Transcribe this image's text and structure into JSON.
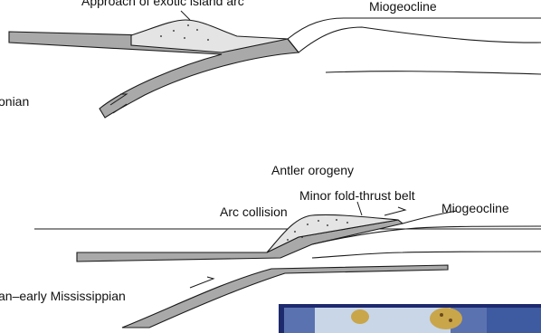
{
  "labels": {
    "approach": "Approach of exotic island arc",
    "miogeocline_top": "Miogeocline",
    "period_top": "onian",
    "antler": "Antler orogeny",
    "fold_thrust": "Minor fold-thrust belt",
    "arc_collision": "Arc collision",
    "miogeocline_bottom": "Miogeocline",
    "period_bottom": "an–early Mississippian"
  },
  "colors": {
    "line": "#1a1a1a",
    "plate_fill": "#a9a9a9",
    "arc_fill": "#e4e4e4",
    "photo_bg": "#1e2a6e",
    "photo_mid": "#c8d6e8",
    "photo_spot": "#c9a64a"
  }
}
